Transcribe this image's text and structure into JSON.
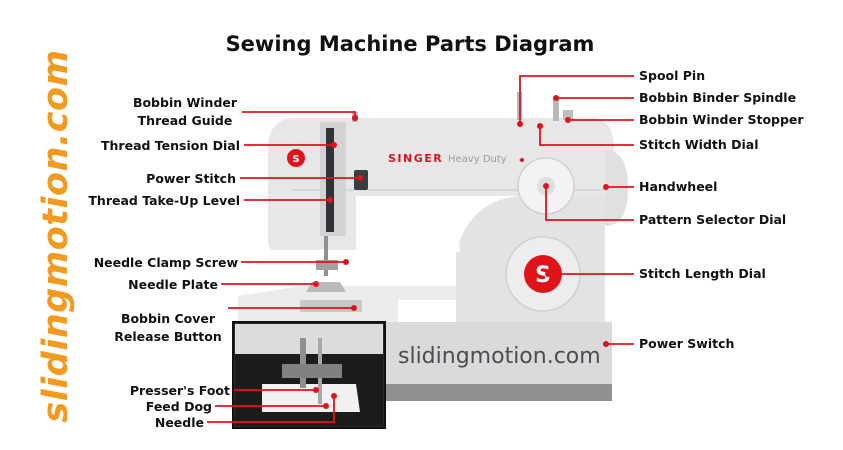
{
  "title": "Sewing Machine Parts Diagram",
  "watermark_side": "slidingmotion.com",
  "watermark_center": "slidingmotion.com",
  "brand": {
    "name": "SINGER",
    "model": "Heavy Duty",
    "panel_text": "HEAVY DUTY"
  },
  "colors": {
    "accent": "#e0131b",
    "watermark": "#f29a1f",
    "machine_body": "#e4e5e4",
    "base": "#8e9092"
  },
  "labels_left": [
    {
      "key": "bobbin_winder_thread_guide",
      "lines": [
        "Bobbin Winder",
        "Thread Guide"
      ]
    },
    {
      "key": "thread_tension_dial",
      "lines": [
        "Thread Tension Dial"
      ]
    },
    {
      "key": "power_stitch",
      "lines": [
        "Power Stitch"
      ]
    },
    {
      "key": "thread_take_up_level",
      "lines": [
        "Thread Take-Up Level"
      ]
    },
    {
      "key": "needle_clamp_screw",
      "lines": [
        "Needle Clamp Screw"
      ]
    },
    {
      "key": "needle_plate",
      "lines": [
        "Needle Plate"
      ]
    },
    {
      "key": "bobbin_cover_release_button",
      "lines": [
        "Bobbin Cover",
        "Release Button"
      ]
    },
    {
      "key": "pressers_foot",
      "lines": [
        "Presser's Foot"
      ]
    },
    {
      "key": "feed_dog",
      "lines": [
        "Feed Dog"
      ]
    },
    {
      "key": "needle",
      "lines": [
        "Needle"
      ]
    }
  ],
  "labels_right": [
    {
      "key": "spool_pin",
      "lines": [
        "Spool Pin"
      ]
    },
    {
      "key": "bobbin_binder_spindle",
      "lines": [
        "Bobbin Binder Spindle"
      ]
    },
    {
      "key": "bobbin_winder_stopper",
      "lines": [
        "Bobbin Winder Stopper"
      ]
    },
    {
      "key": "stitch_width_dial",
      "lines": [
        "Stitch Width Dial"
      ]
    },
    {
      "key": "handwheel",
      "lines": [
        "Handwheel"
      ]
    },
    {
      "key": "pattern_selector_dial",
      "lines": [
        "Pattern Selector Dial"
      ]
    },
    {
      "key": "stitch_length_dial",
      "lines": [
        "Stitch Length Dial"
      ]
    },
    {
      "key": "power_switch",
      "lines": [
        "Power Switch"
      ]
    }
  ]
}
